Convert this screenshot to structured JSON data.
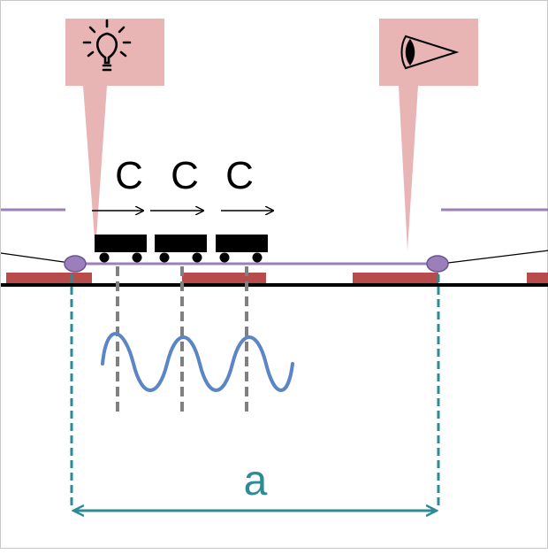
{
  "labels": {
    "c1": "C",
    "c2": "C",
    "c3": "C",
    "distance": "a"
  },
  "icons": {
    "source": "light-bulb-icon",
    "detector": "eye-icon"
  },
  "colors": {
    "callout": "#e8b4b4",
    "wall": "#b84c4c",
    "fiber": "#9b7fbb",
    "node": "#9b7fbb",
    "wave": "#5b85c4",
    "dimension": "#2f8a97",
    "car": "#000000",
    "guide": "#808080"
  }
}
